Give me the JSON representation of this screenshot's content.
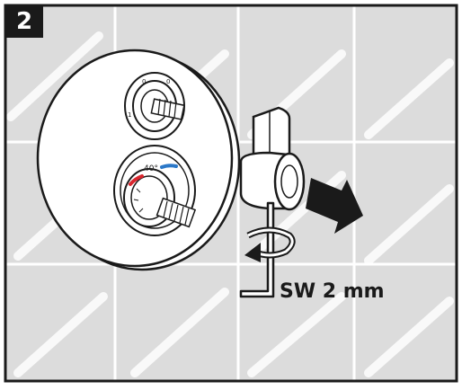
{
  "step": {
    "number": "2"
  },
  "tool": {
    "label": "SW 2 mm"
  },
  "dial_marking": "40°",
  "colors": {
    "frame": "#1a1a1a",
    "tile_fill": "#dcdcdc",
    "grout": "#ffffff",
    "hot": "#d9262e",
    "cold": "#2b78c8"
  },
  "icons": [
    "rotation-arrow-icon",
    "pull-arrow-icon",
    "hex-key-icon"
  ]
}
